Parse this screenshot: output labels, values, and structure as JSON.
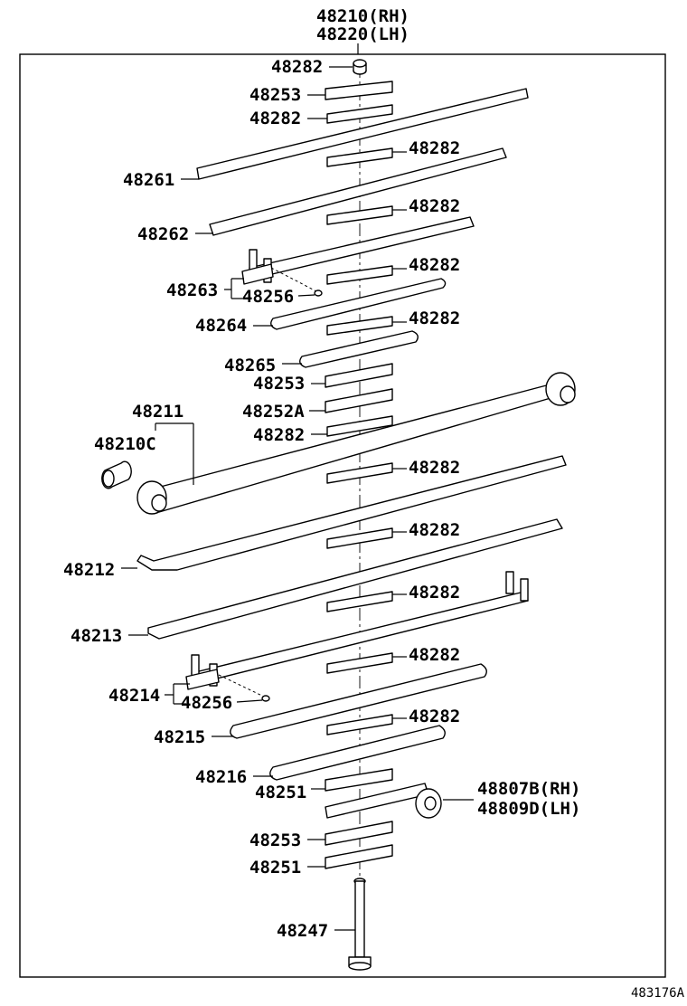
{
  "assembly": {
    "rh": "48210(RH)",
    "lh": "48220(LH)"
  },
  "labels": {
    "spacer_top": "48282",
    "plate_48253_a": "48253",
    "pad_48282_a": "48282",
    "pad_48282_b": "48282",
    "leaf_48261": "48261",
    "pad_48282_c": "48282",
    "leaf_48262": "48262",
    "pad_48282_d": "48282",
    "leaf_48263": "48263",
    "rivet_48256_a": "48256",
    "leaf_48264": "48264",
    "pad_48282_e": "48282",
    "leaf_48265": "48265",
    "plate_48253_b": "48253",
    "plate_48252A": "48252A",
    "pad_48282_f": "48282",
    "main_leaf_48211": "48211",
    "bushing_48210C": "48210C",
    "pad_48282_g": "48282",
    "pad_48282_h": "48282",
    "leaf_48212": "48212",
    "pad_48282_i": "48282",
    "leaf_48213": "48213",
    "pad_48282_j": "48282",
    "leaf_48214": "48214",
    "rivet_48256_b": "48256",
    "pad_48282_k": "48282",
    "leaf_48215": "48215",
    "leaf_48216": "48216",
    "plate_48251_a": "48251",
    "bracket_rh": "48807B(RH)",
    "bracket_lh": "48809D(LH)",
    "plate_48253_c": "48253",
    "plate_48251_b": "48251",
    "bolt_48247": "48247"
  },
  "diagram_id": "483176A"
}
